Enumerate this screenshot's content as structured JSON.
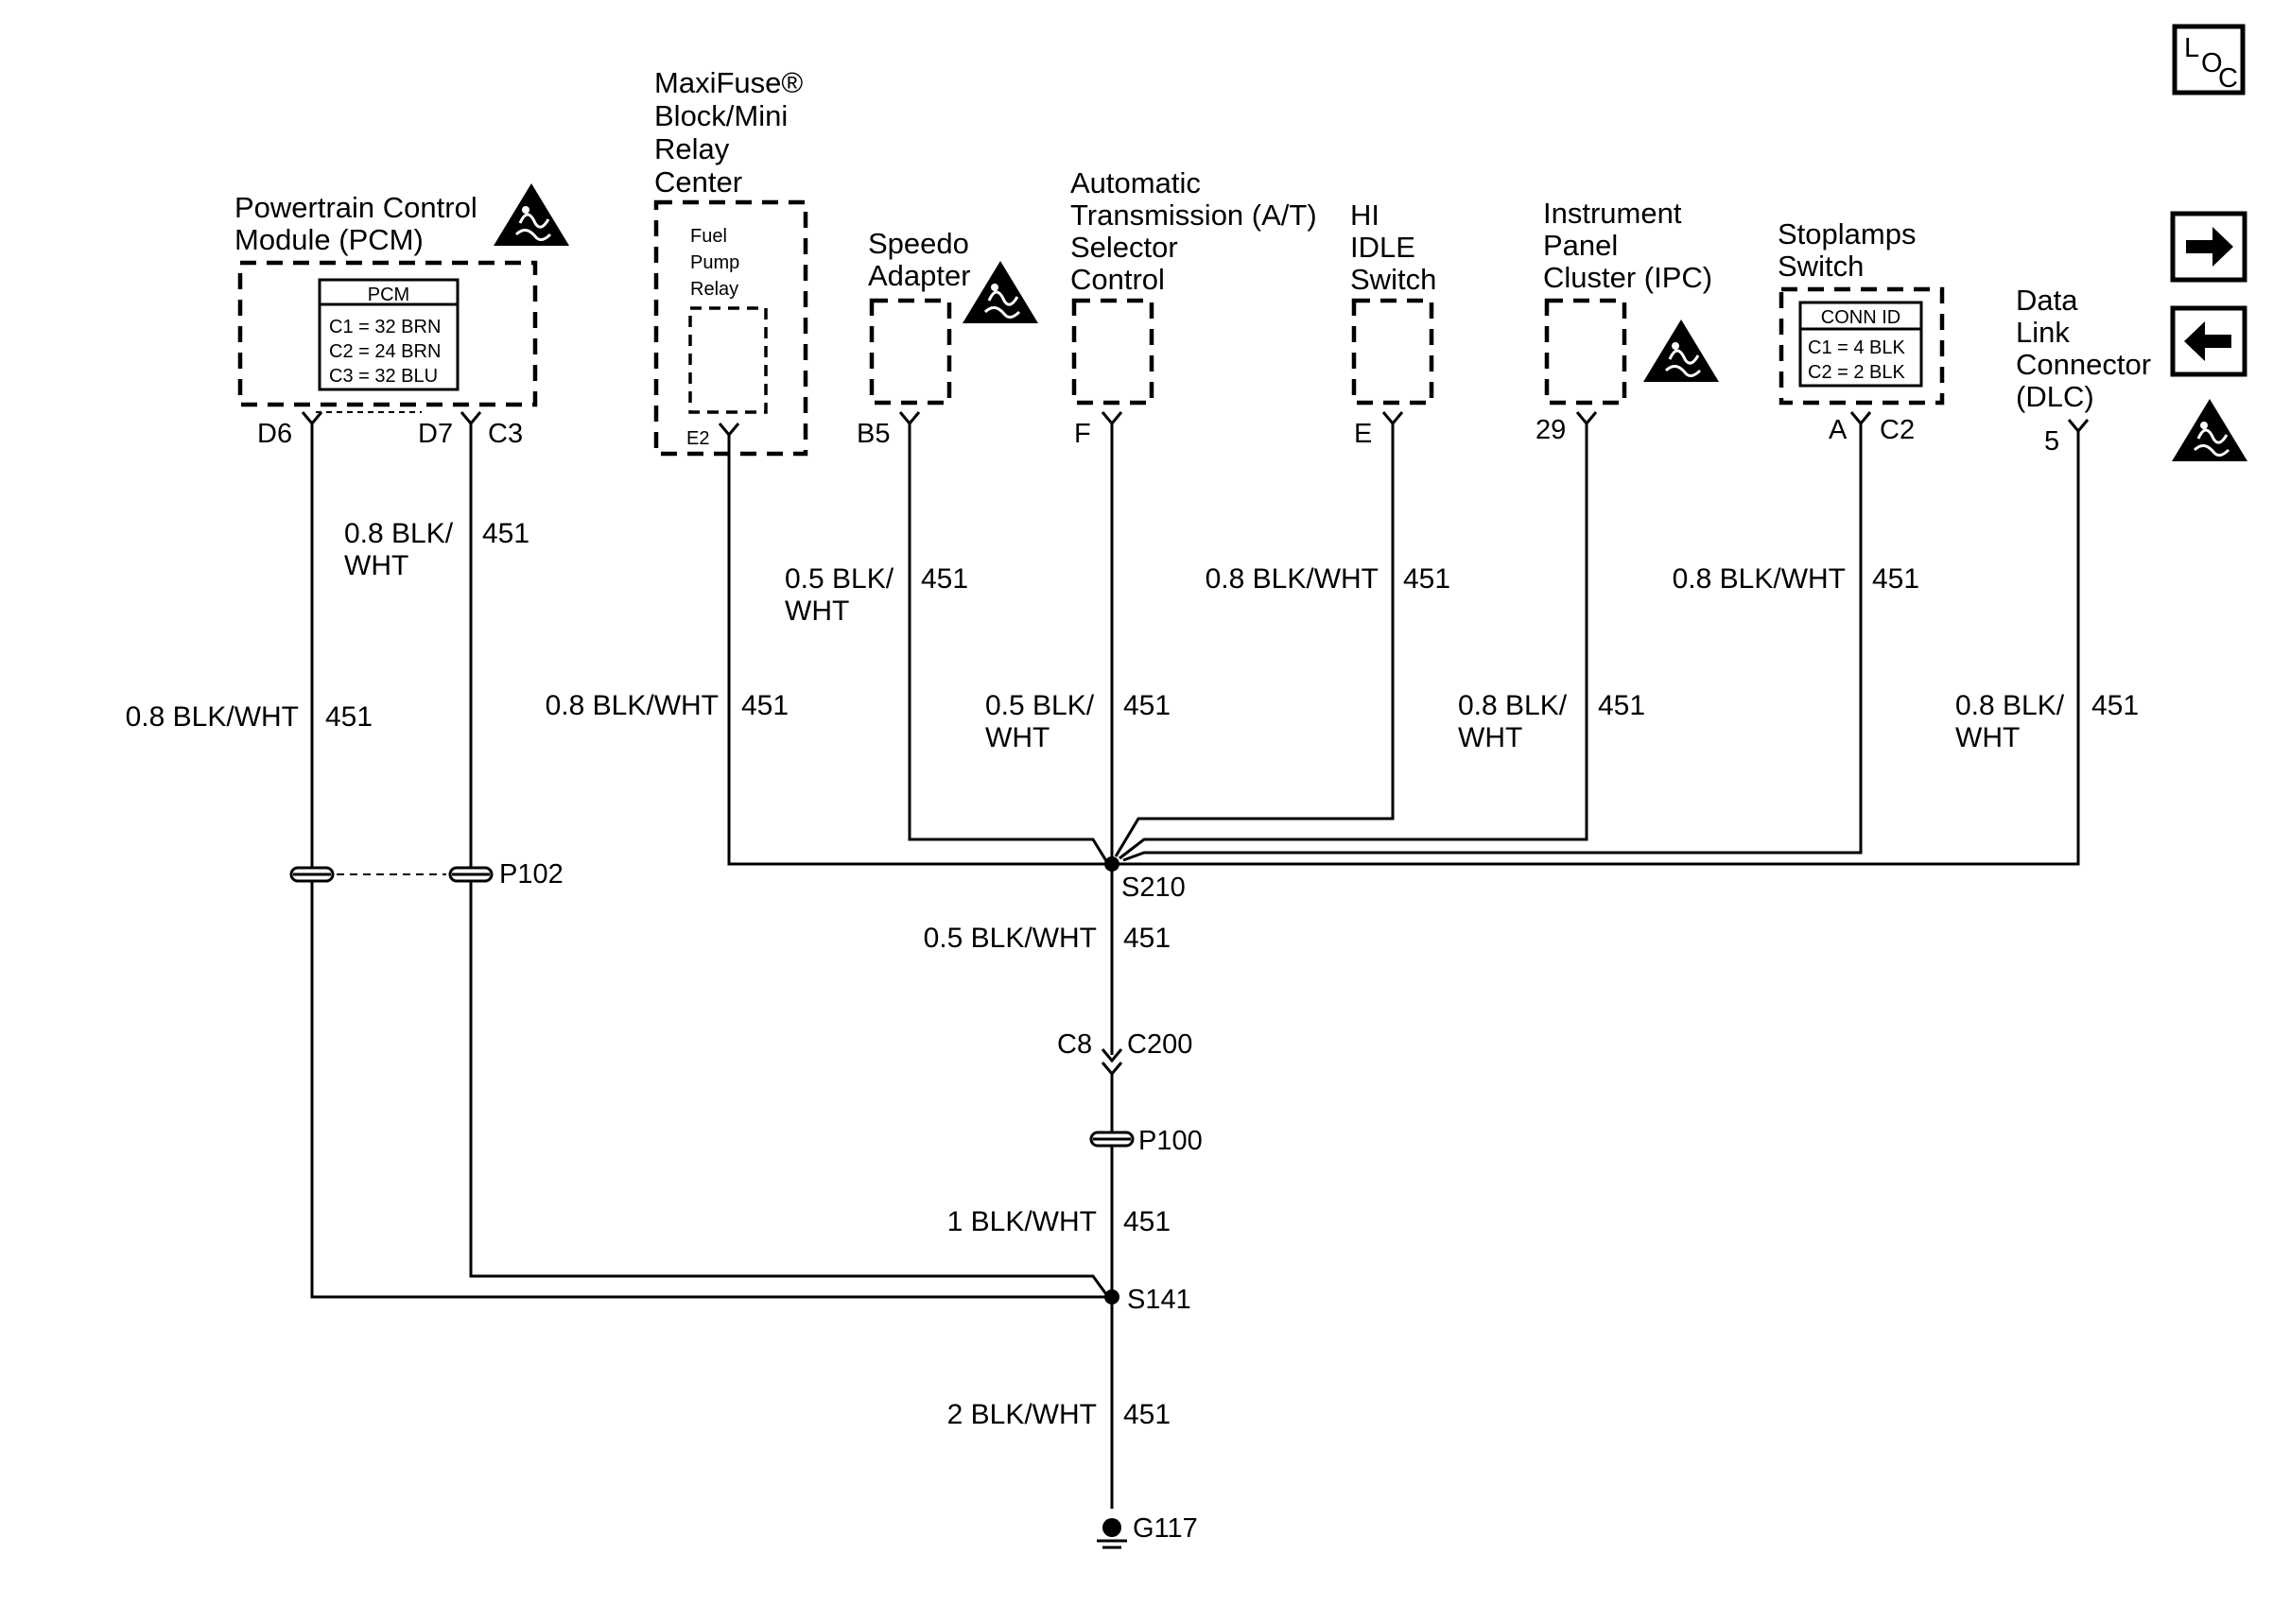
{
  "loc_icon": {
    "l": "L",
    "o": "O",
    "c": "C"
  },
  "nav": {
    "forward_icon": "arrow-right-icon",
    "back_icon": "arrow-left-icon"
  },
  "esd_icon": "esd-caution-icon",
  "components": {
    "pcm": {
      "title": [
        "Powertrain Control",
        "Module (PCM)"
      ],
      "conn_header": "PCM",
      "conn_rows": [
        "C1 = 32 BRN",
        "C2 = 24 BRN",
        "C3 = 32 BLU"
      ],
      "pins": {
        "d6": "D6",
        "d7": "D7",
        "c3": "C3"
      }
    },
    "maxifuse": {
      "title": [
        "MaxiFuse®",
        "Block/Mini",
        "Relay",
        "Center"
      ],
      "relay": [
        "Fuel",
        "Pump",
        "Relay"
      ],
      "pin": "E2"
    },
    "speedo": {
      "title": [
        "Speedo",
        "Adapter"
      ],
      "pin": "B5"
    },
    "at_selector": {
      "title": [
        "Automatic",
        "Transmission (A/T)",
        "Selector",
        "Control"
      ],
      "pin": "F"
    },
    "hi_idle": {
      "title": [
        "HI",
        "IDLE",
        "Switch"
      ],
      "pin": "E"
    },
    "ipc": {
      "title": [
        "Instrument",
        "Panel",
        "Cluster (IPC)"
      ],
      "pin": "29"
    },
    "stoplamps": {
      "title": [
        "Stoplamps",
        "Switch"
      ],
      "conn_header": "CONN ID",
      "conn_rows": [
        "C1 = 4 BLK",
        "C2 = 2 BLK"
      ],
      "pin_a": "A",
      "pin_c2": "C2"
    },
    "dlc": {
      "title": [
        "Data",
        "Link",
        "Connector",
        "(DLC)"
      ],
      "pin": "5"
    }
  },
  "wires": {
    "pcm_d6": {
      "label": "0.8 BLK/WHT",
      "circuit": "451"
    },
    "pcm_d7": {
      "label": [
        "0.8 BLK/",
        "WHT"
      ],
      "circuit": "451"
    },
    "fuse": {
      "label": "0.8 BLK/WHT",
      "circuit": "451"
    },
    "speedo": {
      "label": [
        "0.5 BLK/",
        "WHT"
      ],
      "circuit": "451"
    },
    "at": {
      "label": [
        "0.5 BLK/",
        "WHT"
      ],
      "circuit": "451"
    },
    "hi_idle": {
      "label": "0.8 BLK/WHT",
      "circuit": "451"
    },
    "ipc": {
      "label": [
        "0.8 BLK/",
        "WHT"
      ],
      "circuit": "451"
    },
    "stoplamps": {
      "label": "0.8 BLK/WHT",
      "circuit": "451"
    },
    "dlc": {
      "label": [
        "0.8 BLK/",
        "WHT"
      ],
      "circuit": "451"
    },
    "s210_out": {
      "label": "0.5 BLK/WHT",
      "circuit": "451"
    },
    "p100_out": {
      "label": "1 BLK/WHT",
      "circuit": "451"
    },
    "ground": {
      "label": "2 BLK/WHT",
      "circuit": "451"
    }
  },
  "connectors": {
    "p102": "P102",
    "c200_pin": "C8",
    "c200": "C200",
    "p100": "P100"
  },
  "splices": {
    "s210": "S210",
    "s141": "S141"
  },
  "ground": "G117"
}
